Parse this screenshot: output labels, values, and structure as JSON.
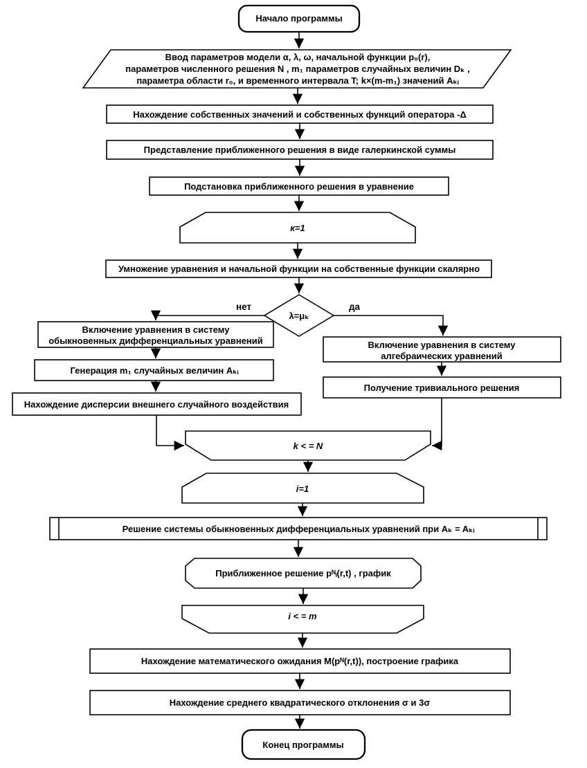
{
  "colors": {
    "line": "#000000",
    "background": "#ffffff"
  },
  "diagram": {
    "start": "Начало программы",
    "input_lines": [
      "Ввод параметров модели α, λ, ω, начальной функции p₀(r),",
      "параметров численного решения N , m₁  параметров случайных величин Dₖ ,",
      "параметра области r₀, и временного интервала T;   k×(m-m₁)  значений Aₖᵢ"
    ],
    "eigen": "Нахождение собственных значений и собственных функций оператора -Δ",
    "galerkin": "Представление приближенного решения в виде галеркинской суммы",
    "substitute": "Подстановка приближенного решения в уравнение",
    "loop_k_start": "к=1",
    "multiply": "Умножение уравнения и начальной функции на собственные функции скалярно",
    "decision": "λ=μₖ",
    "no_label": "нет",
    "yes_label": "да",
    "ode_lines": [
      "Включение уравнения в систему",
      "обыкновенных дифференциальных уравнений"
    ],
    "generate": "Генерация m₁ случайных величин Aₖᵢ",
    "dispersion": "Нахождение дисперсии внешнего случайного воздействия",
    "algebraic_lines": [
      "Включение уравнения в систему",
      "алгебраических уравнений"
    ],
    "trivial": "Получение тривиального решения",
    "loop_k_end": "k < = N",
    "loop_i_start": "i=1",
    "solve": "Решение системы обыкновенных дифференциальных уравнений  при  Aₖ = Aₖᵢ",
    "approx": "Приближенное решение pᴺᵢ(r,t) , график",
    "loop_i_end": "i < = m",
    "expectation": "Нахождение  математического ожидания M(pᴺ(r,t)),  построение графика",
    "deviation": "Нахождение  среднего квадратического отклонения σ и 3σ",
    "end": "Конец программы"
  }
}
